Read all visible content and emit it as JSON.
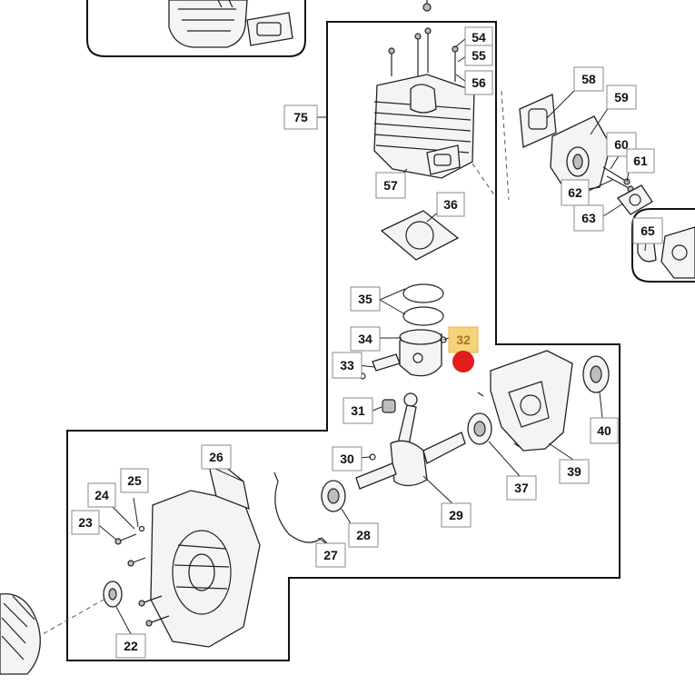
{
  "callouts": [
    {
      "id": "c75",
      "label": "75"
    },
    {
      "id": "c54",
      "label": "54"
    },
    {
      "id": "c55",
      "label": "55"
    },
    {
      "id": "c56",
      "label": "56"
    },
    {
      "id": "c57",
      "label": "57"
    },
    {
      "id": "c36",
      "label": "36"
    },
    {
      "id": "c35",
      "label": "35"
    },
    {
      "id": "c34",
      "label": "34"
    },
    {
      "id": "c32",
      "label": "32",
      "highlighted": true
    },
    {
      "id": "c33",
      "label": "33"
    },
    {
      "id": "c31",
      "label": "31"
    },
    {
      "id": "c30",
      "label": "30"
    },
    {
      "id": "c26",
      "label": "26"
    },
    {
      "id": "c25",
      "label": "25"
    },
    {
      "id": "c24",
      "label": "24"
    },
    {
      "id": "c23",
      "label": "23"
    },
    {
      "id": "c22",
      "label": "22"
    },
    {
      "id": "c27",
      "label": "27"
    },
    {
      "id": "c28",
      "label": "28"
    },
    {
      "id": "c29",
      "label": "29"
    },
    {
      "id": "c37",
      "label": "37"
    },
    {
      "id": "c39",
      "label": "39"
    },
    {
      "id": "c40",
      "label": "40"
    },
    {
      "id": "c58",
      "label": "58"
    },
    {
      "id": "c59",
      "label": "59"
    },
    {
      "id": "c60",
      "label": "60"
    },
    {
      "id": "c61",
      "label": "61"
    },
    {
      "id": "c62",
      "label": "62"
    },
    {
      "id": "c63",
      "label": "63"
    },
    {
      "id": "c65",
      "label": "65"
    }
  ],
  "colors": {
    "highlight_fill": "#f6d27a",
    "highlight_text": "#a47a1e",
    "marker": "#e11d1d"
  }
}
